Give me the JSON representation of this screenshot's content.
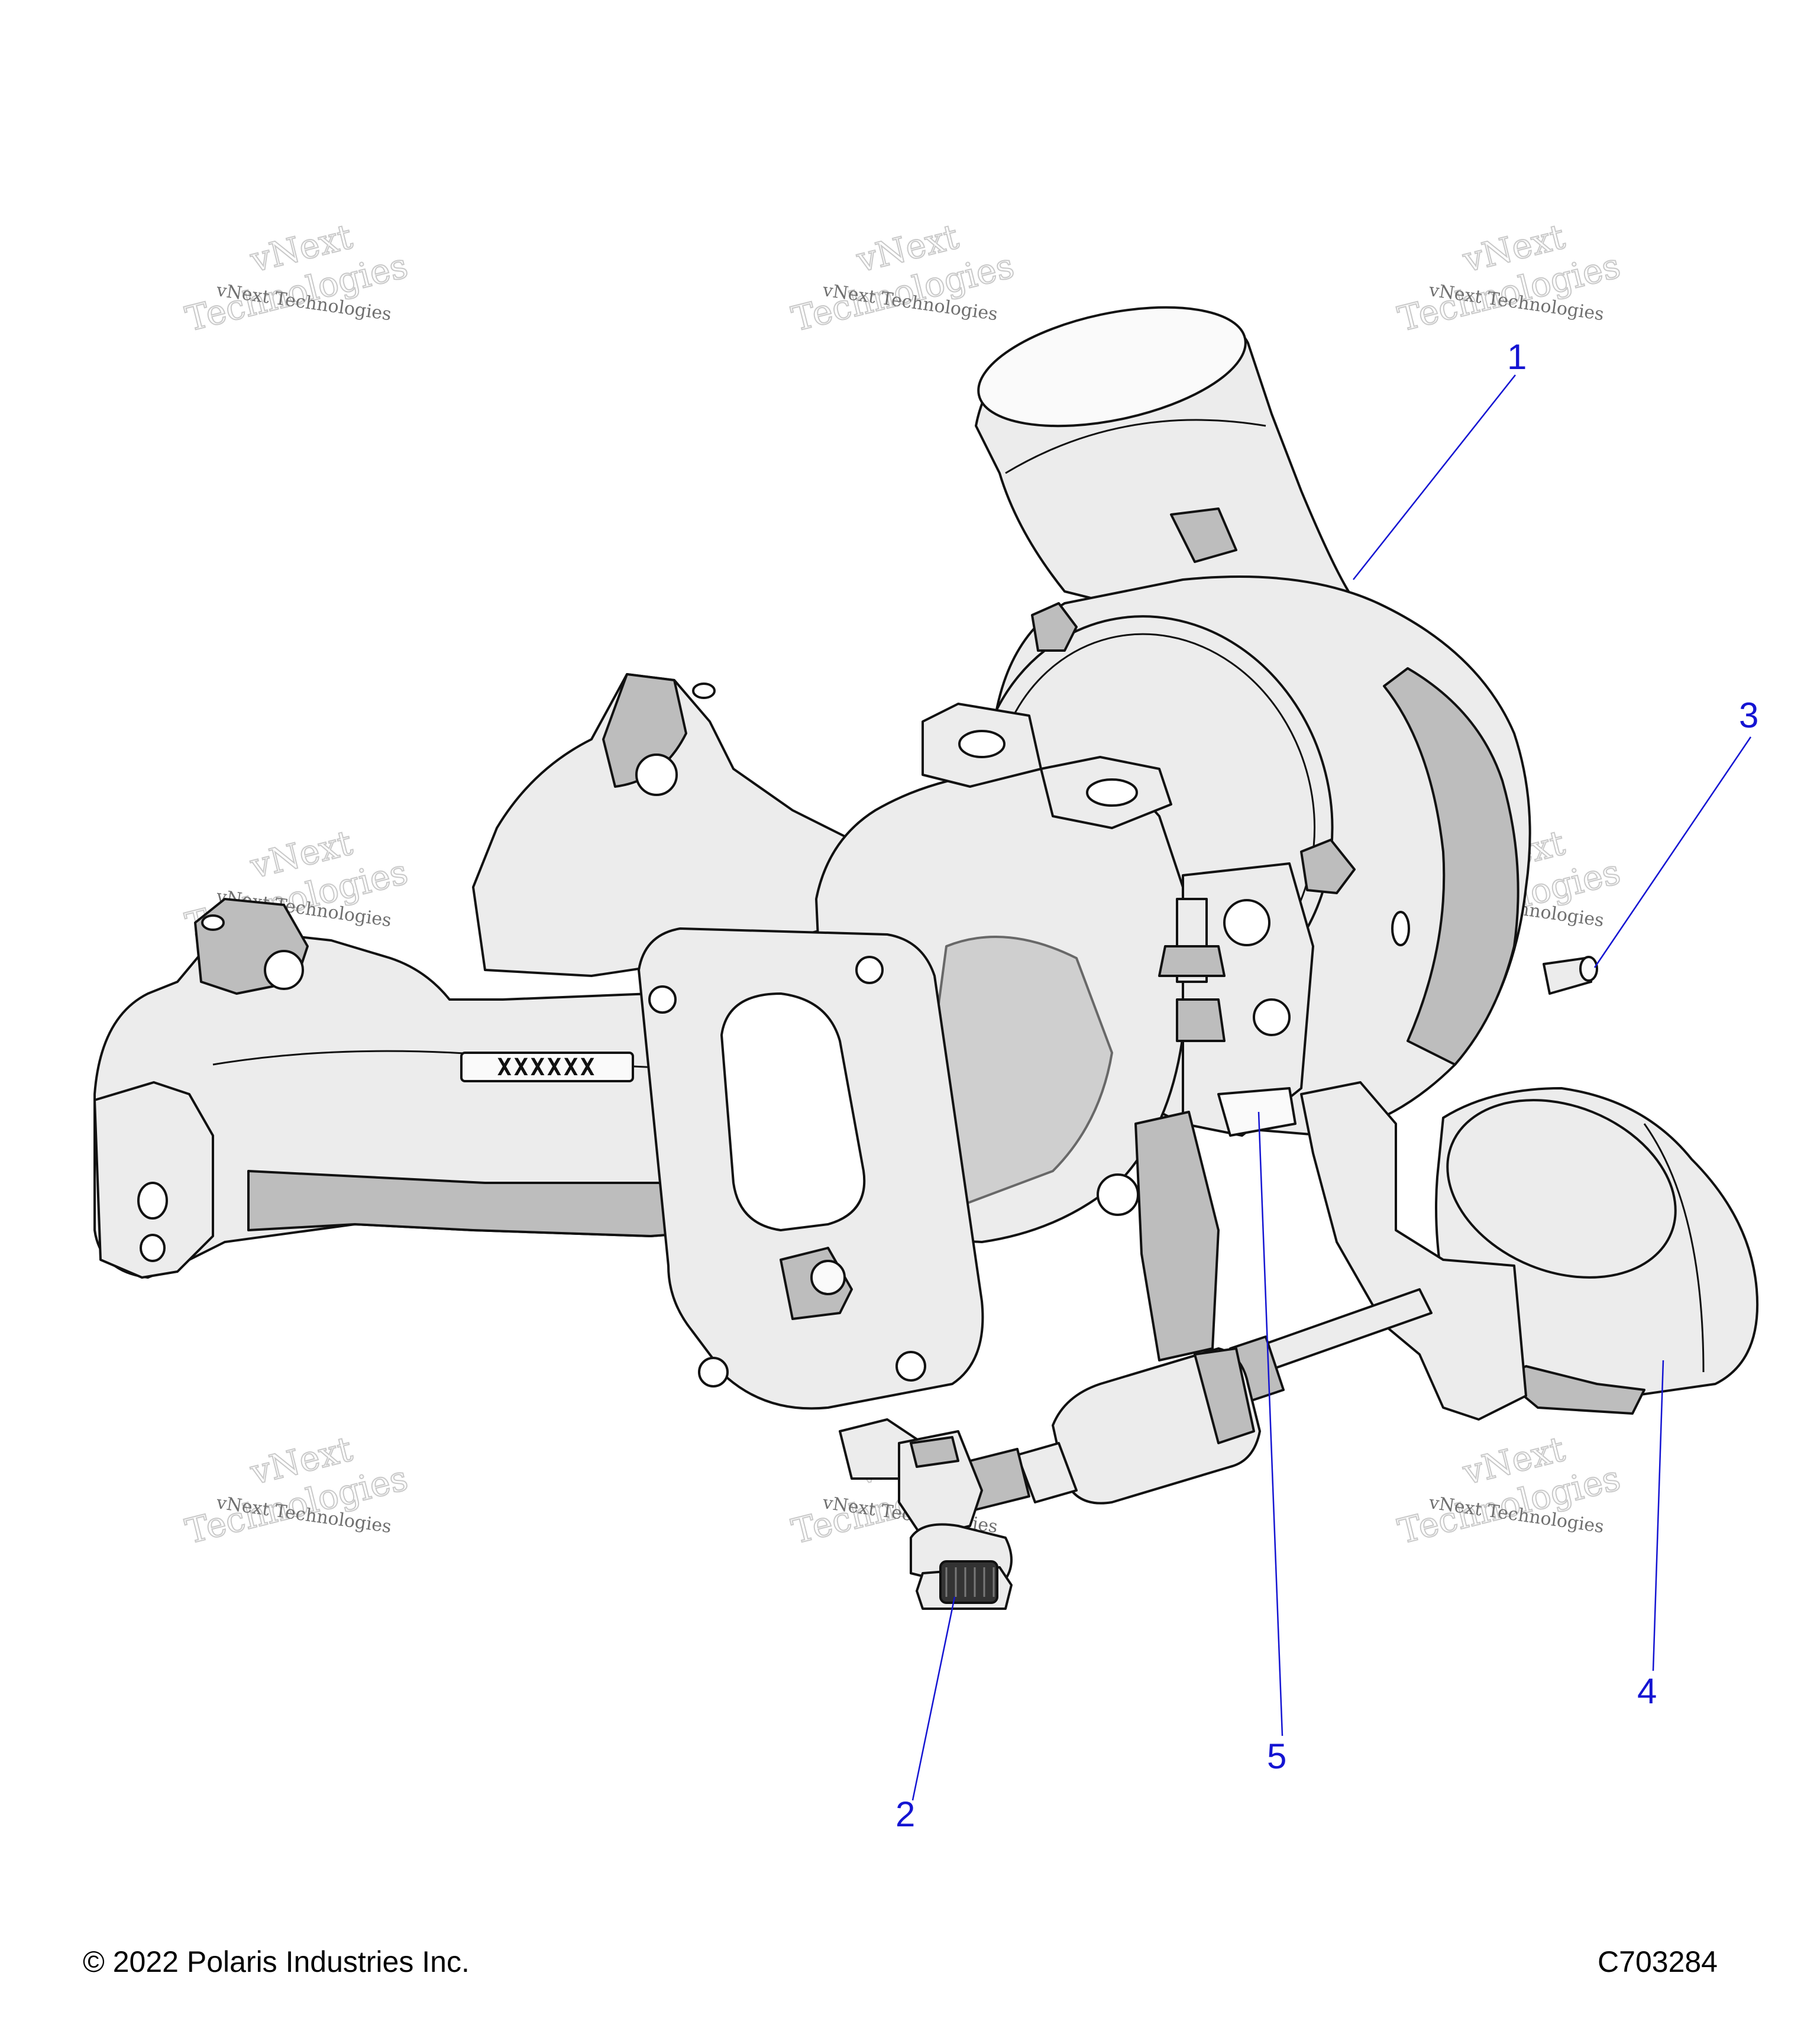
{
  "callouts": [
    {
      "num": "1"
    },
    {
      "num": "2"
    },
    {
      "num": "3"
    },
    {
      "num": "4"
    },
    {
      "num": "5"
    }
  ],
  "watermark": {
    "line_small": "vNext Technologies",
    "line_big_1": "vNext",
    "line_big_2": "Technologies"
  },
  "part_marking": "XXXXXX",
  "footer": {
    "copyright": "© 2022 Polaris Industries Inc.",
    "drawing_code": "C703284"
  },
  "colors": {
    "callout": "#1414d2",
    "outline": "#111111",
    "fill": "#ececec",
    "shade": "#bdbdbd"
  }
}
